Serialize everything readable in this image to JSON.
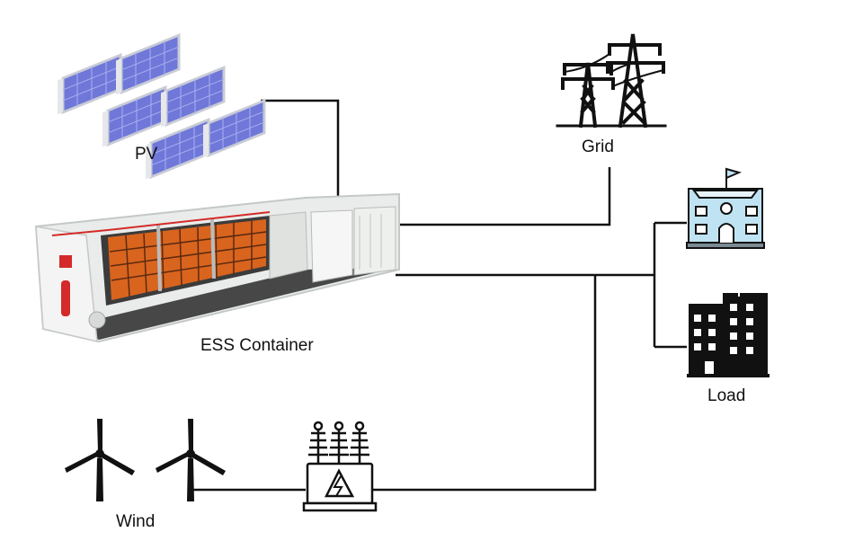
{
  "labels": {
    "pv": "PV",
    "grid": "Grid",
    "ess": "ESS Container",
    "load": "Load",
    "wind": "Wind"
  },
  "colors": {
    "line": "#111111",
    "solar_cell": "#6f78d9",
    "battery": "#d9641e",
    "container": "#e9ecea",
    "building_fill": "#bfe3f2",
    "tower": "#111111"
  },
  "icons": [
    "solar-panel-icon",
    "transmission-tower-icon",
    "ess-container-icon",
    "school-building-icon",
    "office-building-icon",
    "wind-turbine-icon",
    "transformer-icon"
  ]
}
